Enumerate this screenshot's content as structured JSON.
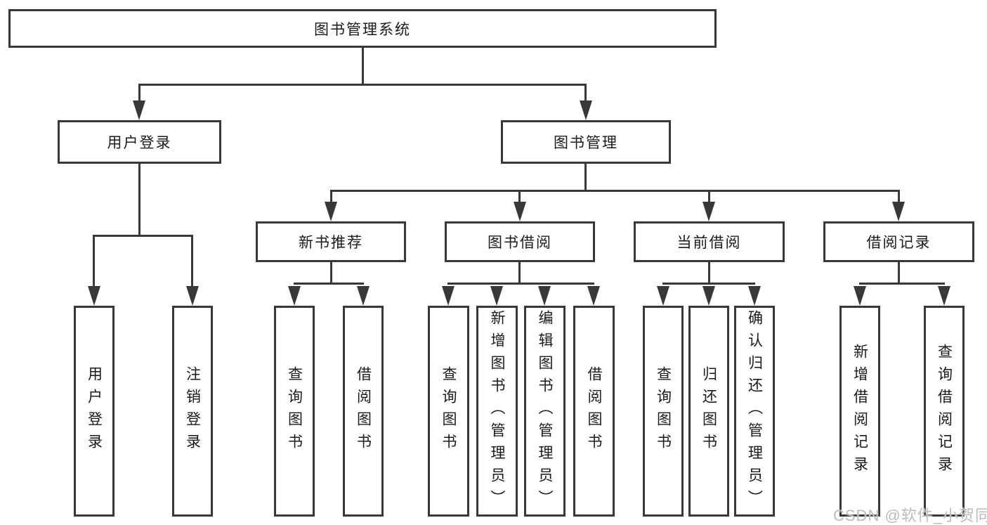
{
  "nodes": {
    "root": "图书管理系统",
    "user_login": "用户登录",
    "book_mgmt": "图书管理",
    "new_book_rec": "新书推荐",
    "book_borrow": "图书借阅",
    "current_borrow": "当前借阅",
    "borrow_records": "借阅记录",
    "leaf_login": "用户登录",
    "leaf_logout": "注销登录",
    "rec_query": "查询图书",
    "rec_borrow": "借阅图书",
    "bb_query": "查询图书",
    "bb_add": "新增图书（管理员）",
    "bb_edit": "编辑图书（管理员）",
    "bb_borrow": "借阅图书",
    "cb_query": "查询图书",
    "cb_return": "归还图书",
    "cb_confirm": "确认归还（管理员）",
    "br_add": "新增借阅记录",
    "br_query": "查询借阅记录"
  },
  "watermark": "CSDN @软件_小贺同学",
  "colors": {
    "line": "#383838",
    "text": "#1a1a1a",
    "watermark": "#bcbcbc",
    "background": "#ffffff"
  }
}
